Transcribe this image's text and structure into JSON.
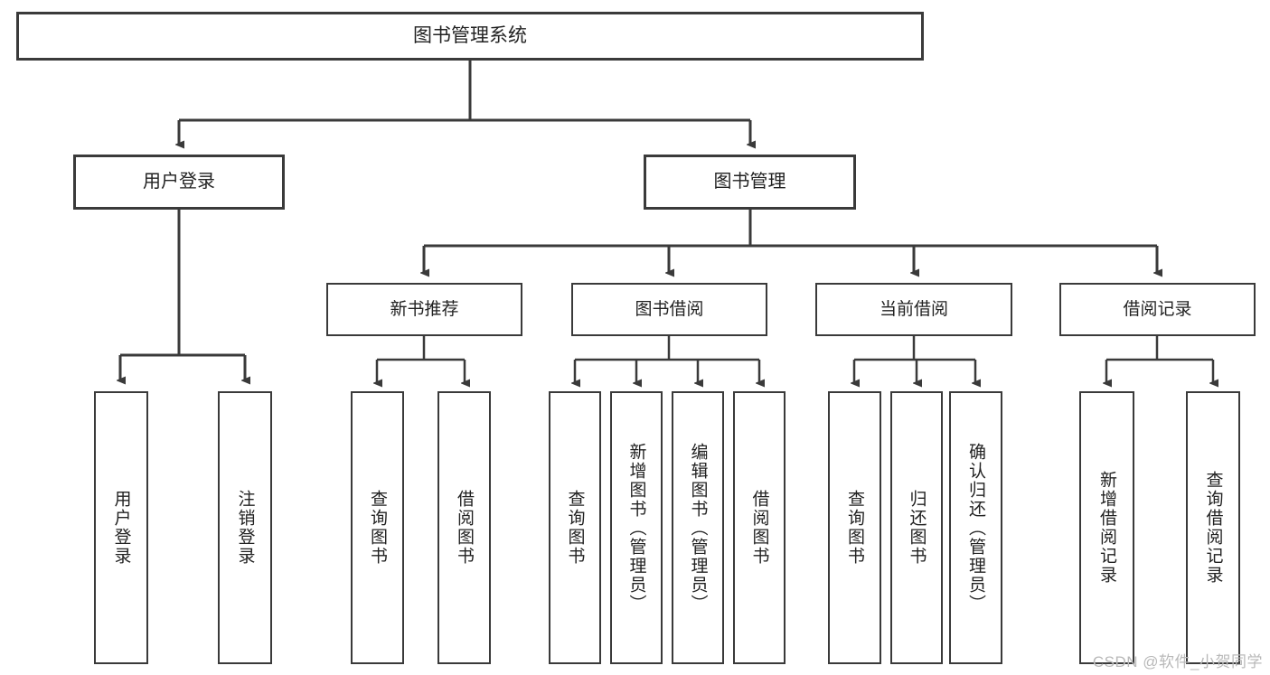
{
  "diagram": {
    "title": "图书管理系统",
    "type": "tree-hierarchy",
    "stroke_color": "#3a3a3a",
    "text_color": "#222222",
    "background": "#ffffff"
  },
  "root": {
    "label": "图书管理系统"
  },
  "level2": [
    {
      "label": "用户登录"
    },
    {
      "label": "图书管理"
    }
  ],
  "level3": [
    {
      "label": "新书推荐"
    },
    {
      "label": "图书借阅"
    },
    {
      "label": "当前借阅"
    },
    {
      "label": "借阅记录"
    }
  ],
  "leaves": {
    "user_login": [
      {
        "label": "用户登录"
      },
      {
        "label": "注销登录"
      }
    ],
    "new_book": [
      {
        "label": "查询图书"
      },
      {
        "label": "借阅图书"
      }
    ],
    "book_borrow": [
      {
        "label": "查询图书"
      },
      {
        "label": "新增图书（管理员）"
      },
      {
        "label": "编辑图书（管理员）"
      },
      {
        "label": "借阅图书"
      }
    ],
    "current_borrow": [
      {
        "label": "查询图书"
      },
      {
        "label": "归还图书"
      },
      {
        "label": "确认归还（管理员）"
      }
    ],
    "borrow_record": [
      {
        "label": "新增借阅记录"
      },
      {
        "label": "查询借阅记录"
      }
    ]
  },
  "watermark": {
    "text": "CSDN @软件_小贺同学"
  }
}
